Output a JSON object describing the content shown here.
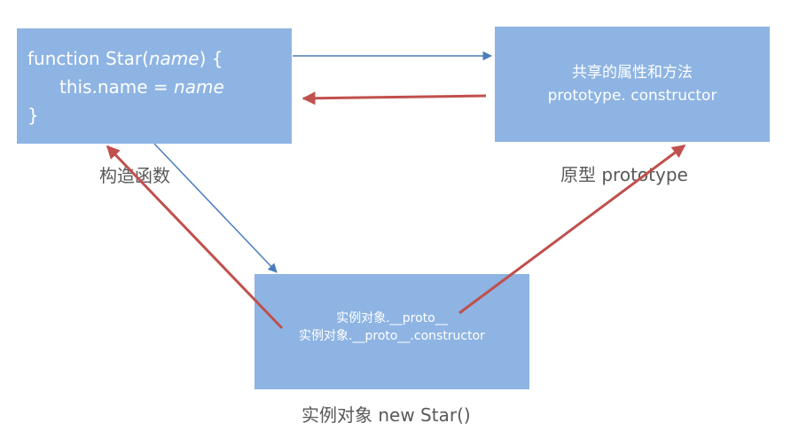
{
  "constructor_box": {
    "line1_prefix": "function Star(",
    "line1_param": "name",
    "line1_suffix": ") {",
    "line2_prefix": "this.name = ",
    "line2_value": "name",
    "line3": "}"
  },
  "constructor_caption": "构造函数",
  "prototype_box": {
    "line1": "共享的属性和方法",
    "line2": "prototype. constructor"
  },
  "prototype_caption": "原型 prototype",
  "instance_box": {
    "line1": "实例对象.__proto__",
    "line2": "实例对象.__proto__.constructor"
  },
  "instance_caption": "实例对象 new Star()",
  "colors": {
    "box_fill": "#8eb4e3",
    "blue_arrow": "#4a7ebb",
    "red_arrow": "#c0504d",
    "caption_text": "#595959"
  }
}
